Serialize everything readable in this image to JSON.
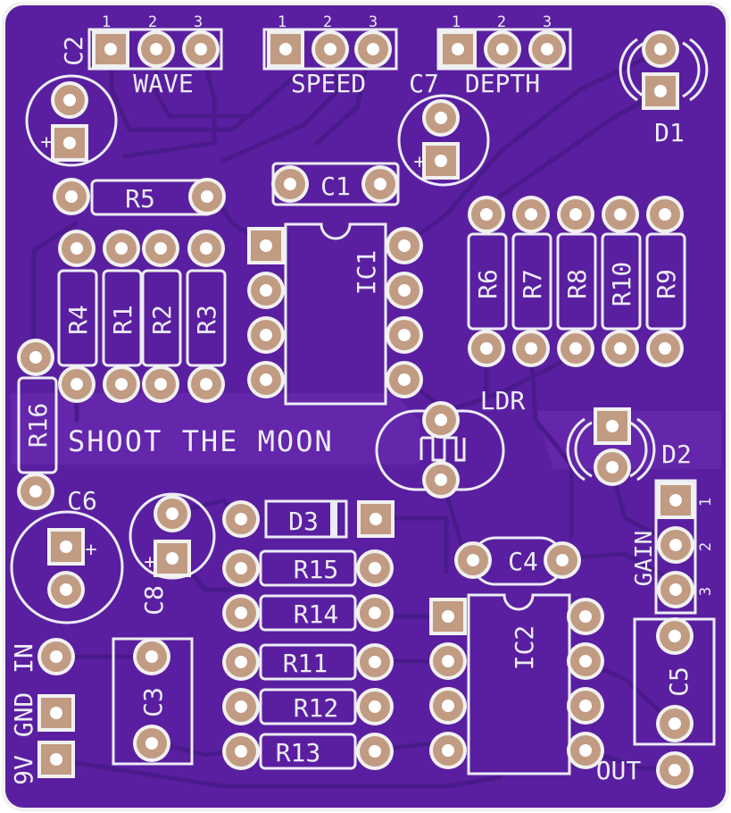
{
  "board": {
    "title": "SHOOT THE MOON",
    "colors": {
      "mask": "#5a1fa0",
      "mask_dark": "#4a1a8c",
      "silkscreen": "#ececf6",
      "pad": "#c29b83",
      "pad_ring": "#f1f1f1"
    }
  },
  "pot_pin_numbers": [
    "1",
    "2",
    "3"
  ],
  "labels": {
    "wave": "WAVE",
    "speed": "SPEED",
    "depth": "DEPTH",
    "gain": "GAIN",
    "c1": "C1",
    "c2": "C2",
    "c3": "C3",
    "c4": "C4",
    "c5": "C5",
    "c6": "C6",
    "c7": "C7",
    "c8": "C8",
    "r1": "R1",
    "r2": "R2",
    "r3": "R3",
    "r4": "R4",
    "r5": "R5",
    "r6": "R6",
    "r7": "R7",
    "r8": "R8",
    "r9": "R9",
    "r10": "R10",
    "r11": "R11",
    "r12": "R12",
    "r13": "R13",
    "r14": "R14",
    "r15": "R15",
    "r16": "R16",
    "ic1": "IC1",
    "ic2": "IC2",
    "d1": "D1",
    "d2": "D2",
    "d3": "D3",
    "ldr": "LDR",
    "in": "IN",
    "gnd": "GND",
    "v9": "9V",
    "out": "OUT",
    "plus": "+"
  }
}
